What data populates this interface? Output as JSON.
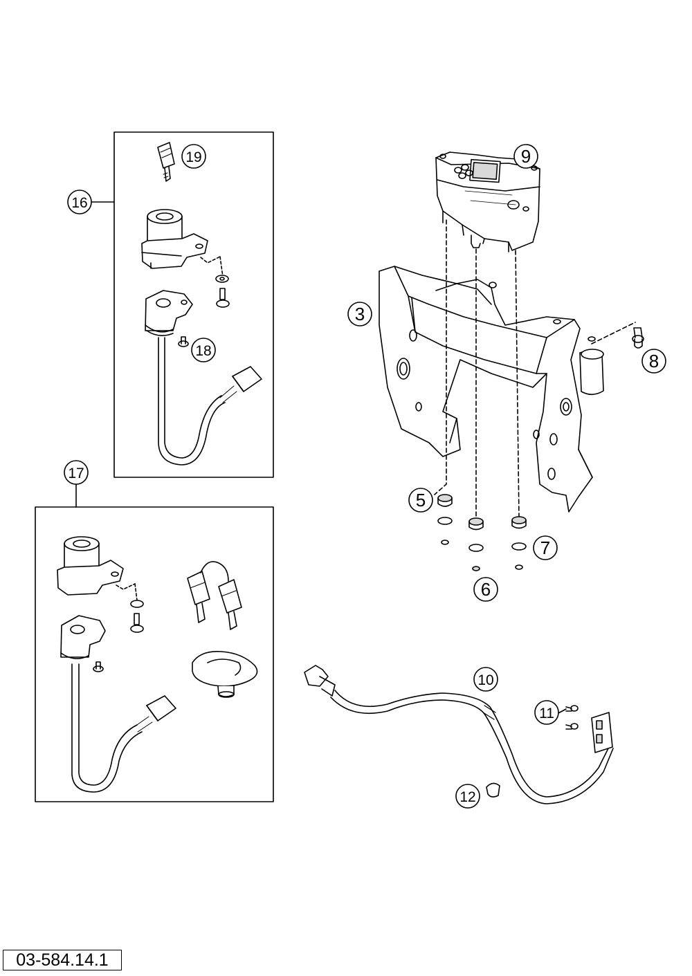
{
  "document_number": "03-584.14.1",
  "callouts": {
    "c3": "3",
    "c5": "5",
    "c6": "6",
    "c7": "7",
    "c8": "8",
    "c9": "9",
    "c10": "10",
    "c11": "11",
    "c12": "12",
    "c16": "16",
    "c17": "17",
    "c18": "18",
    "c19": "19"
  },
  "colors": {
    "line": "#000000",
    "fill": "#ffffff",
    "shade": "#d9d9d9"
  }
}
